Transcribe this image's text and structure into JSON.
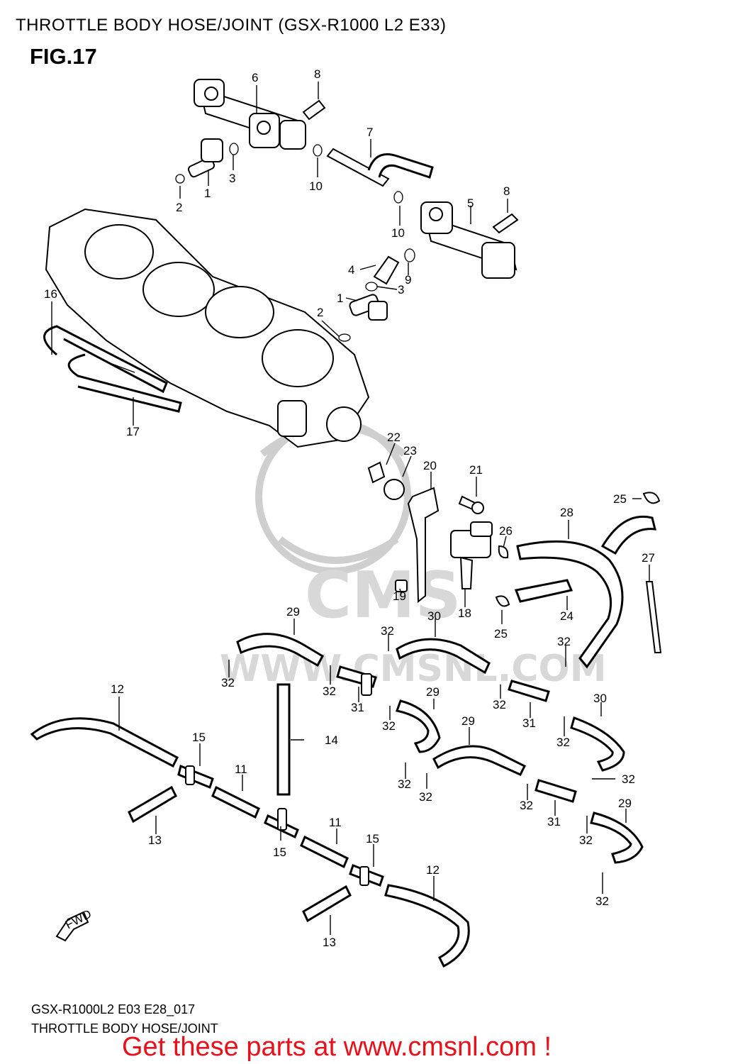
{
  "header": {
    "title": "THROTTLE BODY HOSE/JOINT (GSX-R1000 L2 E33)",
    "fig": "FIG.17"
  },
  "footer": {
    "code": "GSX-R1000L2 E03 E28_017",
    "caption": "THROTTLE BODY HOSE/JOINT",
    "promo": "Get these parts at www.cmsnl.com !"
  },
  "watermark": {
    "brand": "CMS",
    "url": "WWW.CMSNL.COM"
  },
  "direction_arrow": "FWD",
  "callouts": [
    {
      "id": "c6",
      "n": "6"
    },
    {
      "id": "c8a",
      "n": "8"
    },
    {
      "id": "c7",
      "n": "7"
    },
    {
      "id": "c3a",
      "n": "3"
    },
    {
      "id": "c1a",
      "n": "1"
    },
    {
      "id": "c2a",
      "n": "2"
    },
    {
      "id": "c10a",
      "n": "10"
    },
    {
      "id": "c10b",
      "n": "10"
    },
    {
      "id": "c8b",
      "n": "8"
    },
    {
      "id": "c5",
      "n": "5"
    },
    {
      "id": "c4",
      "n": "4"
    },
    {
      "id": "c9",
      "n": "9"
    },
    {
      "id": "c3b",
      "n": "3"
    },
    {
      "id": "c1b",
      "n": "1"
    },
    {
      "id": "c2b",
      "n": "2"
    },
    {
      "id": "c16",
      "n": "16"
    },
    {
      "id": "c17",
      "n": "17"
    },
    {
      "id": "c22",
      "n": "22"
    },
    {
      "id": "c23",
      "n": "23"
    },
    {
      "id": "c20",
      "n": "20"
    },
    {
      "id": "c21",
      "n": "21"
    },
    {
      "id": "c25a",
      "n": "25"
    },
    {
      "id": "c28",
      "n": "28"
    },
    {
      "id": "c26",
      "n": "26"
    },
    {
      "id": "c27",
      "n": "27"
    },
    {
      "id": "c19",
      "n": "19"
    },
    {
      "id": "c18",
      "n": "18"
    },
    {
      "id": "c24",
      "n": "24"
    },
    {
      "id": "c25b",
      "n": "25"
    },
    {
      "id": "c29a",
      "n": "29"
    },
    {
      "id": "c30a",
      "n": "30"
    },
    {
      "id": "c32a",
      "n": "32"
    },
    {
      "id": "c32b",
      "n": "32"
    },
    {
      "id": "c32c",
      "n": "32"
    },
    {
      "id": "c32d",
      "n": "32"
    },
    {
      "id": "c31a",
      "n": "31"
    },
    {
      "id": "c32e",
      "n": "32"
    },
    {
      "id": "c12a",
      "n": "12"
    },
    {
      "id": "c14",
      "n": "14"
    },
    {
      "id": "c29b",
      "n": "29"
    },
    {
      "id": "c32f",
      "n": "32"
    },
    {
      "id": "c31b",
      "n": "31"
    },
    {
      "id": "c30b",
      "n": "30"
    },
    {
      "id": "c32g",
      "n": "32"
    },
    {
      "id": "c15a",
      "n": "15"
    },
    {
      "id": "c11a",
      "n": "11"
    },
    {
      "id": "c29c",
      "n": "29"
    },
    {
      "id": "c32h",
      "n": "32"
    },
    {
      "id": "c32i",
      "n": "32"
    },
    {
      "id": "c32j",
      "n": "32"
    },
    {
      "id": "c32k",
      "n": "32"
    },
    {
      "id": "c13a",
      "n": "13"
    },
    {
      "id": "c15b",
      "n": "15"
    },
    {
      "id": "c11b",
      "n": "11"
    },
    {
      "id": "c15c",
      "n": "15"
    },
    {
      "id": "c31c",
      "n": "31"
    },
    {
      "id": "c29d",
      "n": "29"
    },
    {
      "id": "c32l",
      "n": "32"
    },
    {
      "id": "c32m",
      "n": "32"
    },
    {
      "id": "c12b",
      "n": "12"
    },
    {
      "id": "c13b",
      "n": "13"
    }
  ]
}
